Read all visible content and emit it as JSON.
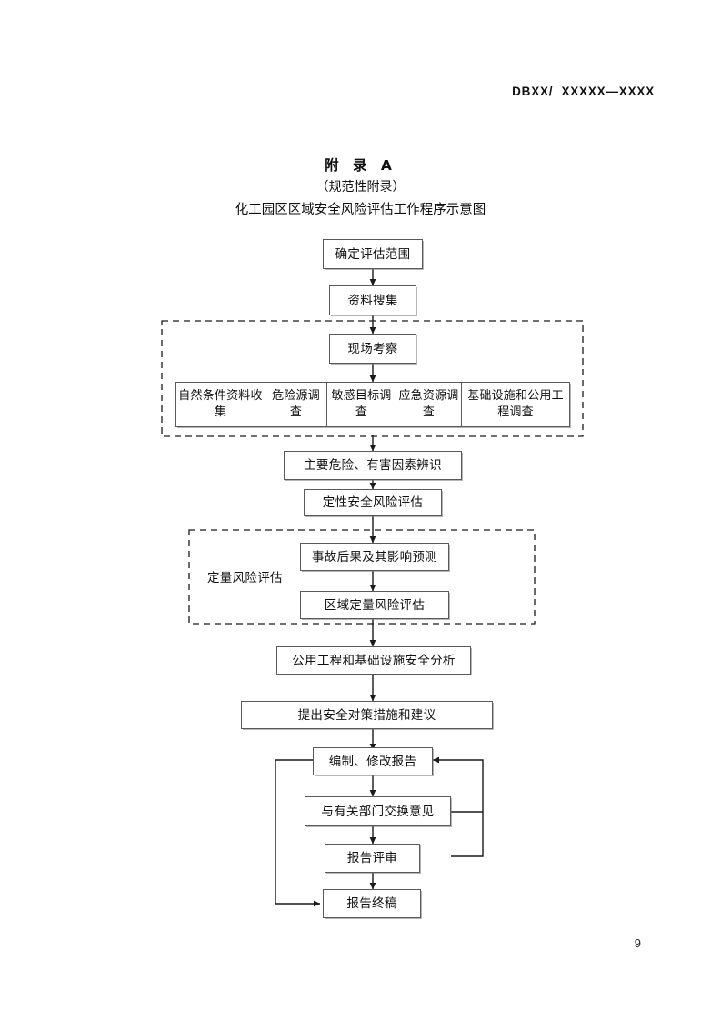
{
  "header": {
    "std_code": "DBXX/  XXXXX—XXXX"
  },
  "title": {
    "appendix": "附  录  A",
    "normative": "（规范性附录）",
    "description": "化工园区区域安全风险评估工作程序示意图"
  },
  "page_number": "9",
  "flow": {
    "nodes": {
      "scope": "确定评估范围",
      "data_collection": "资料搜集",
      "site_survey": "现场考察",
      "hazard_identification": "主要危险、有害因素辨识",
      "qualitative_assessment": "定性安全风险评估",
      "consequence_prediction": "事故后果及其影响预测",
      "regional_quantitative": "区域定量风险评估",
      "utility_analysis": "公用工程和基础设施安全分析",
      "countermeasures": "提出安全对策措施和建议",
      "report_drafting": "编制、修改报告",
      "department_exchange": "与有关部门交换意见",
      "report_review": "报告评审",
      "final_report": "报告终稿"
    },
    "survey_cells": [
      "自然条件资料收集",
      "危险源调查",
      "敏感目标调查",
      "应急资源调查",
      "基础设施和公用工程调查"
    ],
    "group_labels": {
      "quantitative_group": "定量风险评估"
    }
  }
}
